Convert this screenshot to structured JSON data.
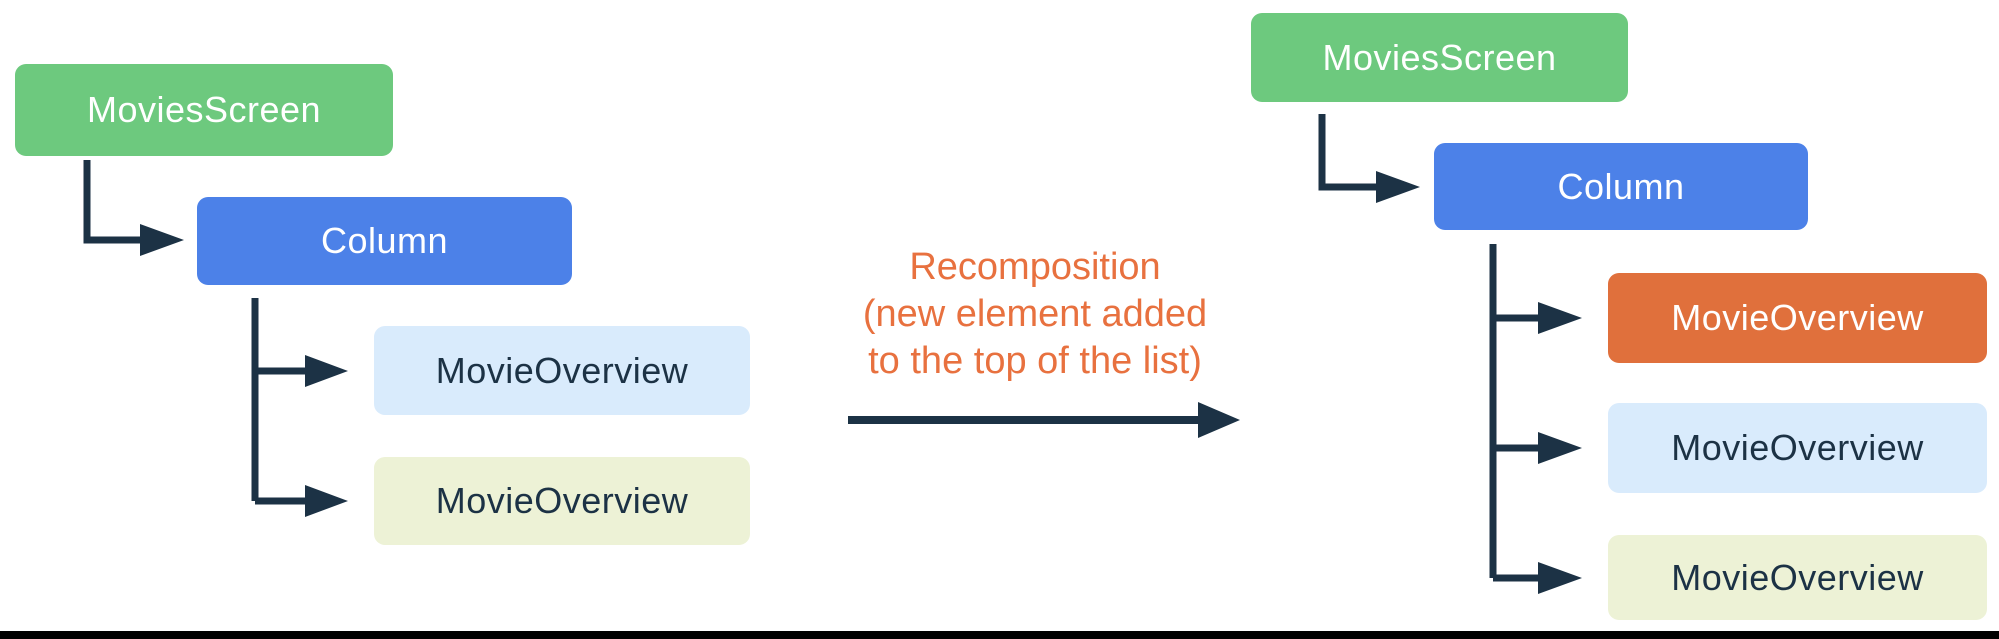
{
  "center": {
    "label_line1": "Recomposition",
    "label_line2": "(new element added",
    "label_line3": "to the top of the list)"
  },
  "left_tree": {
    "nodes": [
      {
        "id": "movies-screen",
        "label": "MoviesScreen",
        "color": "#6DC97E"
      },
      {
        "id": "column",
        "label": "Column",
        "color": "#4C81E8"
      },
      {
        "id": "movie-overview-1",
        "label": "MovieOverview",
        "color": "#D9EBFC"
      },
      {
        "id": "movie-overview-2",
        "label": "MovieOverview",
        "color": "#EDF2D6"
      }
    ]
  },
  "right_tree": {
    "nodes": [
      {
        "id": "movies-screen",
        "label": "MoviesScreen",
        "color": "#6DC97E"
      },
      {
        "id": "column",
        "label": "Column",
        "color": "#4C81E8"
      },
      {
        "id": "movie-overview-new",
        "label": "MovieOverview",
        "color": "#E0703C"
      },
      {
        "id": "movie-overview-1",
        "label": "MovieOverview",
        "color": "#D9EBFC"
      },
      {
        "id": "movie-overview-2",
        "label": "MovieOverview",
        "color": "#EDF2D6"
      }
    ]
  },
  "colors": {
    "green": "#6DC97E",
    "blue": "#4C81E8",
    "light_blue": "#D9EBFC",
    "pale_yellow": "#EDF2D6",
    "orange_box": "#E0703C",
    "orange_text": "#E8713F",
    "connector": "#1C3245",
    "bottom_bar": "#000000"
  }
}
